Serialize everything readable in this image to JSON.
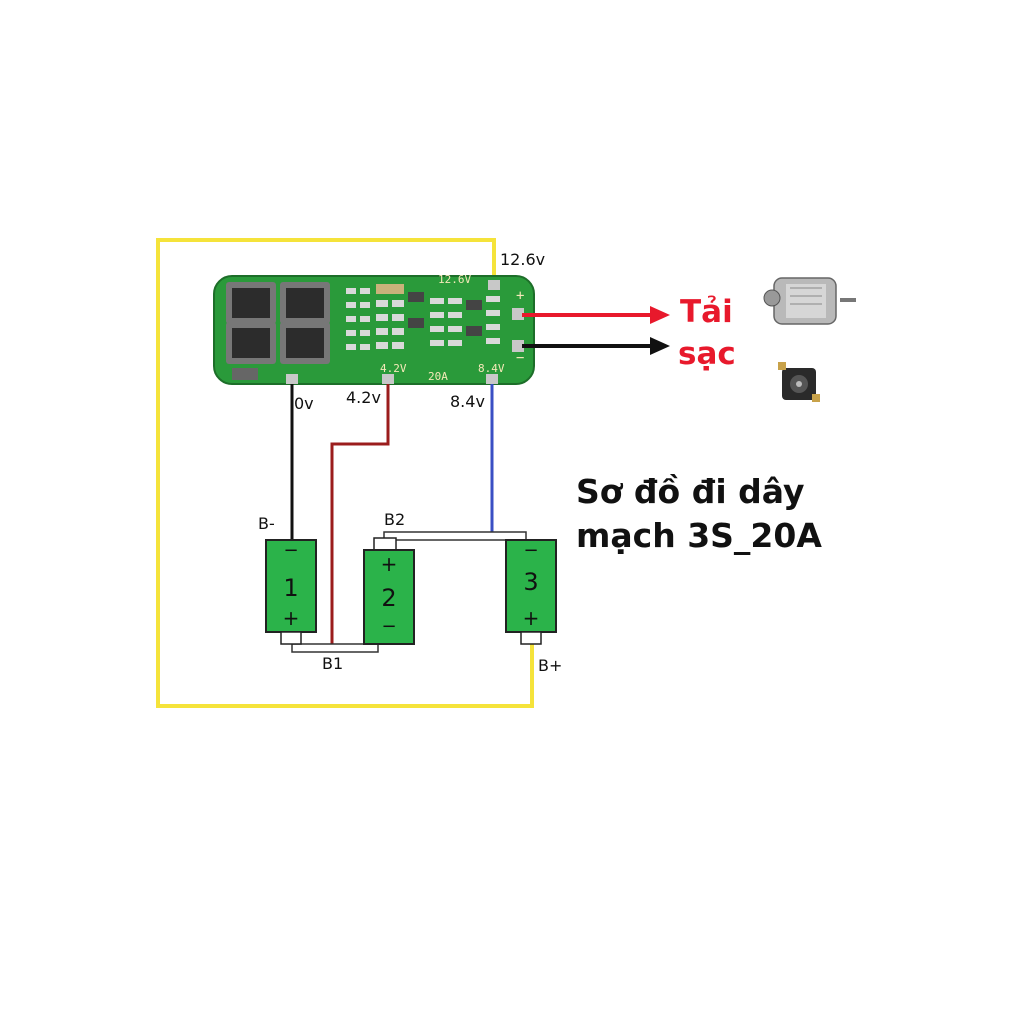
{
  "title": {
    "line1": "Sơ đồ đi dây",
    "line2": "mạch 3S_20A"
  },
  "outputs": {
    "load": "Tải",
    "charge": "sạc"
  },
  "board": {
    "silk_top": "12.6V",
    "silk_b1": "4.2V",
    "silk_current": "20A",
    "silk_b2": "8.4V",
    "mark_plus": "+",
    "mark_minus": "−"
  },
  "voltages": {
    "top": "12.6v",
    "b_minus": "0v",
    "b1": "4.2v",
    "b2": "8.4v"
  },
  "terminals": {
    "b_minus": "B-",
    "b1": "B1",
    "b2": "B2",
    "b_plus": "B+"
  },
  "cells": [
    {
      "number": "1",
      "top_sign": "−",
      "bottom_sign": "+"
    },
    {
      "number": "2",
      "top_sign": "+",
      "bottom_sign": "−"
    },
    {
      "number": "3",
      "top_sign": "−",
      "bottom_sign": "+"
    }
  ],
  "icons": [
    "motor-icon",
    "dc-jack-icon"
  ],
  "colors": {
    "pcb": "#2a9a3a",
    "cell": "#2bb34a",
    "wire_yellow": "#f5e33a",
    "wire_red": "#e8192c",
    "wire_black": "#111111",
    "wire_darkred": "#9b1d1d",
    "wire_blue": "#3a4fc4"
  }
}
